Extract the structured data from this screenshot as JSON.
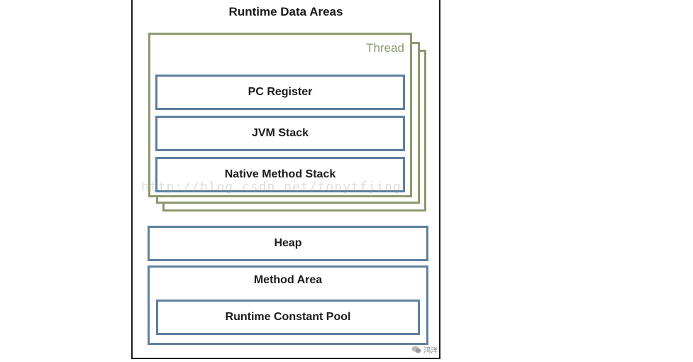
{
  "diagram": {
    "title": "Runtime Data Areas",
    "thread_label": "Thread",
    "thread_areas": [
      "PC Register",
      "JVM Stack",
      "Native Method Stack"
    ],
    "heap_label": "Heap",
    "method_area_label": "Method Area",
    "runtime_constant_pool_label": "Runtime Constant Pool",
    "watermark_text": "http://blog.csdn.net/tonytfjing",
    "corner_mark_text": "鸿洋",
    "colors": {
      "thread_border": "#8a9a6e",
      "area_border": "#5f7f9f",
      "frame_border": "#1a1a1a"
    }
  }
}
